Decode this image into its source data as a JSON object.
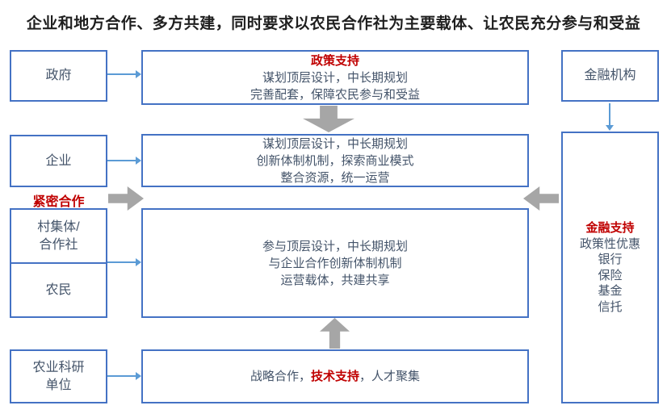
{
  "title": "企业和地方合作、多方共建，同时要求以农民合作社为主要载体、让农民充分参与和受益",
  "left": {
    "government": "政府",
    "enterprise": "企业",
    "cooperation_label": "紧密合作",
    "village_collective": "村集体/\n合作社",
    "farmer": "农民",
    "research_unit": "农业科研\n单位"
  },
  "center": {
    "policy": {
      "heading": "政策支持",
      "line1": "谋划顶层设计，中长期规划",
      "line2": "完善配套，保障农民参与和受益"
    },
    "enterprise_actions": {
      "line1": "谋划顶层设计，中长期规划",
      "line2": "创新体制机制，探索商业模式",
      "line3": "整合资源，统一运营"
    },
    "farmer_actions": {
      "line1": "参与顶层设计，中长期规划",
      "line2": "与企业合作创新体制机制",
      "line3": "运营载体，共建共享"
    },
    "tech": {
      "prefix": "战略合作，",
      "highlight": "技术支持",
      "suffix": "，人才聚集"
    }
  },
  "right": {
    "institution": "金融机构",
    "finance": {
      "heading": "金融支持",
      "items": [
        "政策性优惠",
        "银行",
        "保险",
        "基金",
        "信托"
      ]
    }
  },
  "colors": {
    "border_blue": "#4472C4",
    "thin_arrow_blue": "#5B9BD5",
    "block_arrow_gray": "#A6A6A6",
    "accent_red": "#C00000",
    "body_text": "#44546A"
  }
}
